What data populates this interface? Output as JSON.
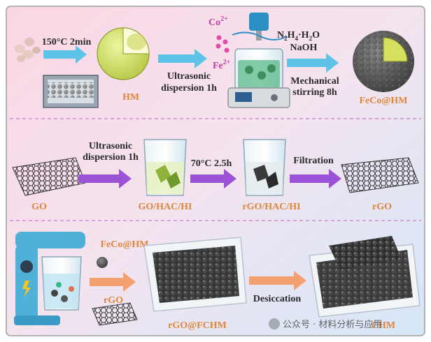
{
  "panel1": {
    "step1": "150°C 2min",
    "hm_label": "HM",
    "step2_line1": "Ultrasonic",
    "step2_line2": "dispersion 1h",
    "co_ion": "Co",
    "co_charge": "2+",
    "fe_ion": "Fe",
    "fe_charge": "2+",
    "reagent1_a": "N",
    "reagent1_sub1": "2",
    "reagent1_b": "H",
    "reagent1_sub2": "4",
    "reagent1_c": "·H",
    "reagent1_sub3": "2",
    "reagent1_d": "O",
    "reagent2": "NaOH",
    "step3_line1": "Mechanical",
    "step3_line2": "stirring 8h",
    "product": "FeCo@HM"
  },
  "panel2": {
    "step1_line1": "Ultrasonic",
    "step1_line2": "dispersion 1h",
    "go_label": "GO",
    "beaker1_label": "GO/HAC/HI",
    "step2": "70°C 2.5h",
    "beaker2_label": "rGO/HAC/HI",
    "step3": "Filtration",
    "product": "rGO"
  },
  "panel3": {
    "fecohm_label": "FeCo@HM",
    "rgo_label": "rGO",
    "tray_label": "rGO@FCHM",
    "step": "Desiccation",
    "final_label": "CHM",
    "watermark": "公众号 · 材料分析与应用"
  },
  "colors": {
    "arrow_blue": "#5ec3e6",
    "arrow_purple": "#9b52d6",
    "arrow_orange": "#f4a070",
    "label_orange": "#e0863a",
    "label_magenta": "#cc3aa0",
    "divider": "#d58ad0"
  }
}
